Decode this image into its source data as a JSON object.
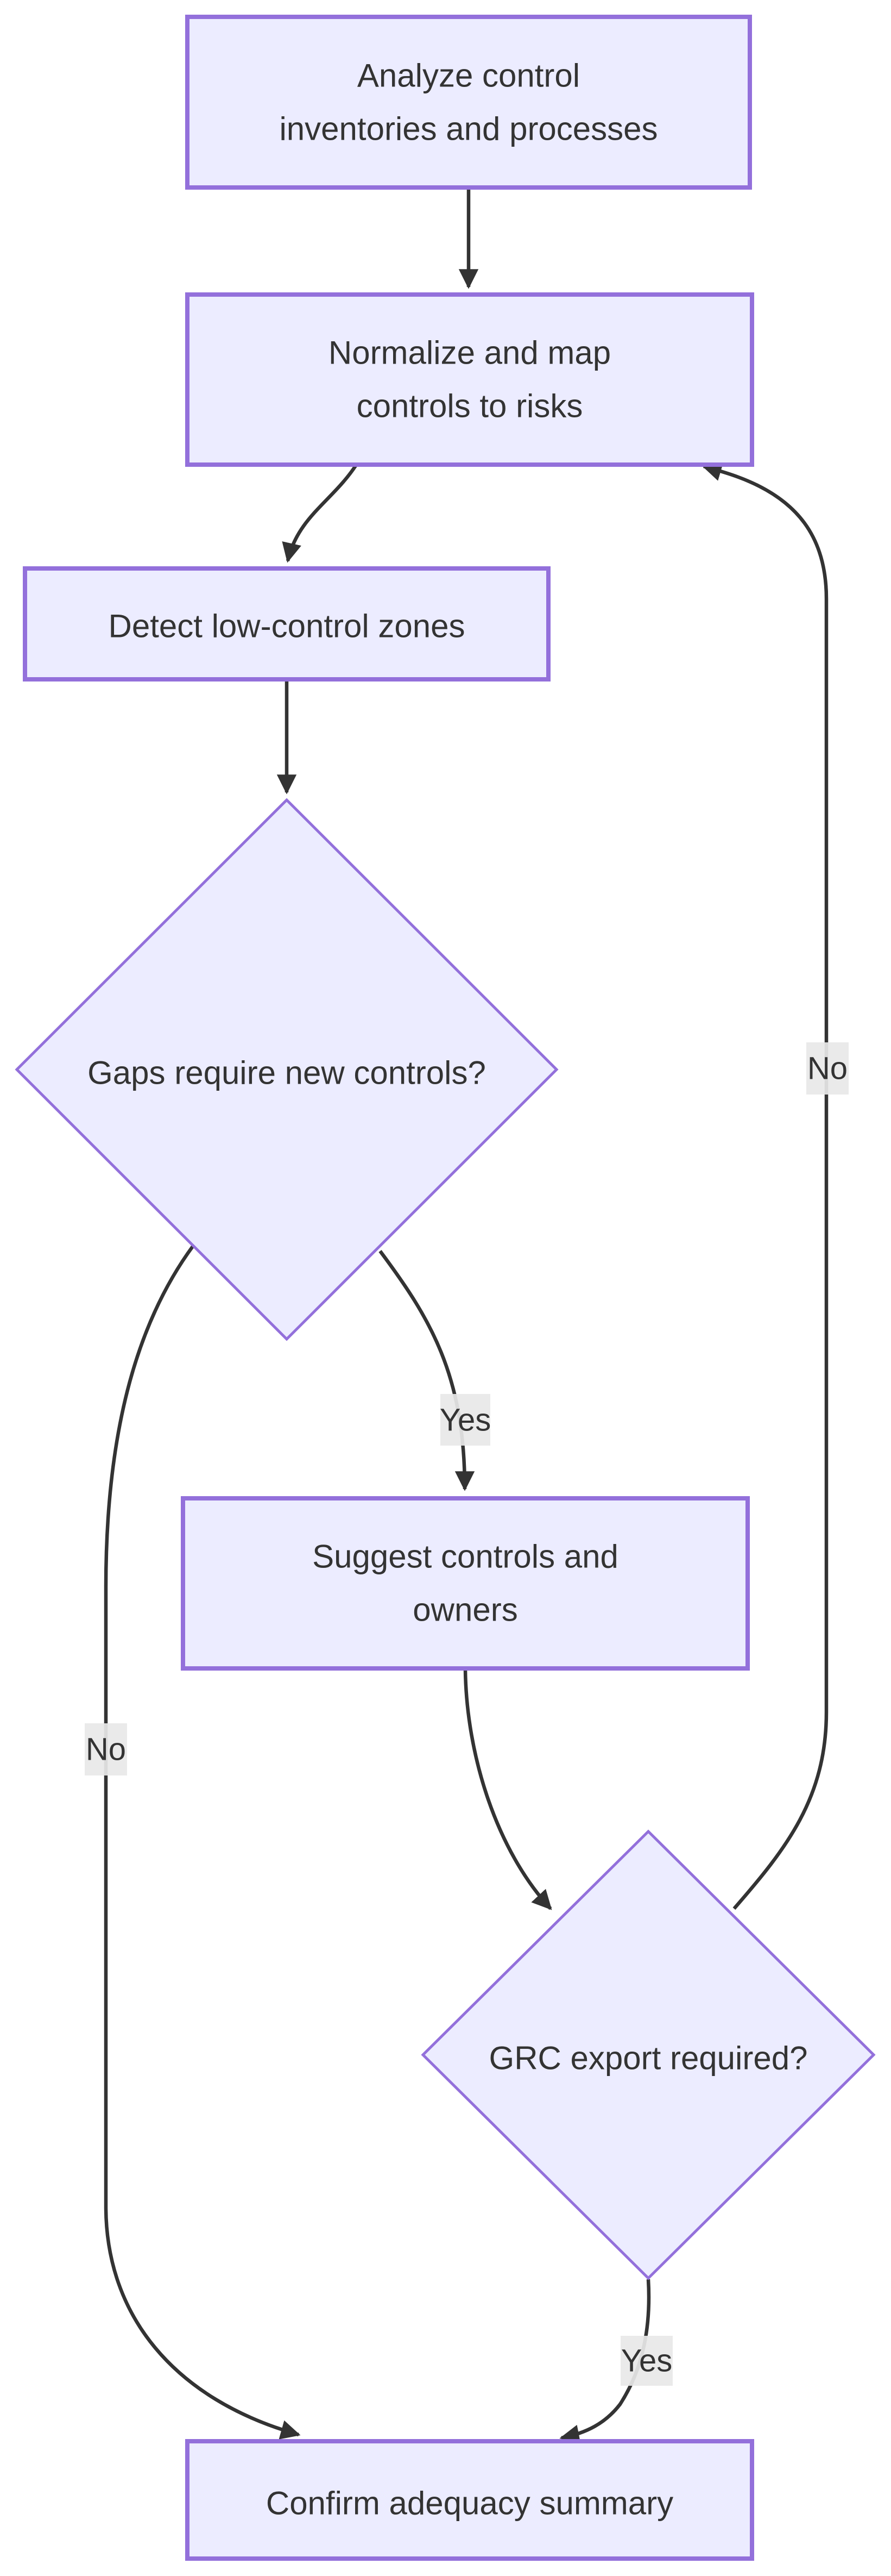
{
  "diagram": {
    "colors": {
      "page_bg": "#ffffff",
      "node_fill": "#ECECFF",
      "node_border": "#9370DB",
      "edge_color": "#333333",
      "text_color": "#333333",
      "label_bg": "#e8e8e8"
    },
    "nodes": {
      "analyze": {
        "lines": [
          "Analyze control",
          "inventories and processes"
        ]
      },
      "normalize": {
        "lines": [
          "Normalize and map",
          "controls to risks"
        ]
      },
      "detect": {
        "label": "Detect low-control zones"
      },
      "gaps": {
        "label": "Gaps require new controls?"
      },
      "suggest": {
        "lines": [
          "Suggest controls and",
          "owners"
        ]
      },
      "grc": {
        "label": "GRC export required?"
      },
      "confirm": {
        "label": "Confirm adequacy summary"
      }
    },
    "edge_labels": {
      "gaps_yes": "Yes",
      "gaps_no": "No",
      "grc_yes": "Yes",
      "grc_no": "No"
    }
  }
}
